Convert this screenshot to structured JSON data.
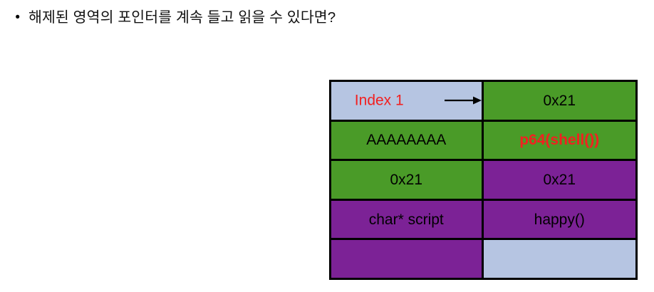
{
  "slide": {
    "bullet": {
      "marker": "•",
      "text": "해제된 영역의 포인터를 계속 들고 읽을 수 있다면?"
    }
  },
  "colors": {
    "green": "#4A9B28",
    "purple": "#7C2296",
    "light_blue": "#B6C5E2",
    "red_text": "#F22020",
    "black_text": "#000000",
    "border": "#000000",
    "background": "#FFFFFF"
  },
  "heap_table": {
    "rows": [
      {
        "left": {
          "text": "Index 1",
          "fill": "light_blue",
          "text_color": "red_text",
          "bold": false,
          "has_arrow": true
        },
        "right": {
          "text": "0x21",
          "fill": "green",
          "text_color": "black_text",
          "bold": false,
          "has_arrow": false
        }
      },
      {
        "left": {
          "text": "AAAAAAAA",
          "fill": "green",
          "text_color": "black_text",
          "bold": false,
          "has_arrow": false
        },
        "right": {
          "text": "p64(shell())",
          "fill": "green",
          "text_color": "red_text",
          "bold": true,
          "has_arrow": false
        }
      },
      {
        "left": {
          "text": "0x21",
          "fill": "green",
          "text_color": "black_text",
          "bold": false,
          "has_arrow": false
        },
        "right": {
          "text": "0x21",
          "fill": "purple",
          "text_color": "black_text",
          "bold": false,
          "has_arrow": false
        }
      },
      {
        "left": {
          "text": "char* script",
          "fill": "purple",
          "text_color": "black_text",
          "bold": false,
          "has_arrow": false
        },
        "right": {
          "text": "happy()",
          "fill": "purple",
          "text_color": "black_text",
          "bold": false,
          "has_arrow": false
        }
      },
      {
        "left": {
          "text": "",
          "fill": "purple",
          "text_color": "black_text",
          "bold": false,
          "has_arrow": false
        },
        "right": {
          "text": "",
          "fill": "light_blue",
          "text_color": "black_text",
          "bold": false,
          "has_arrow": false
        }
      }
    ]
  }
}
